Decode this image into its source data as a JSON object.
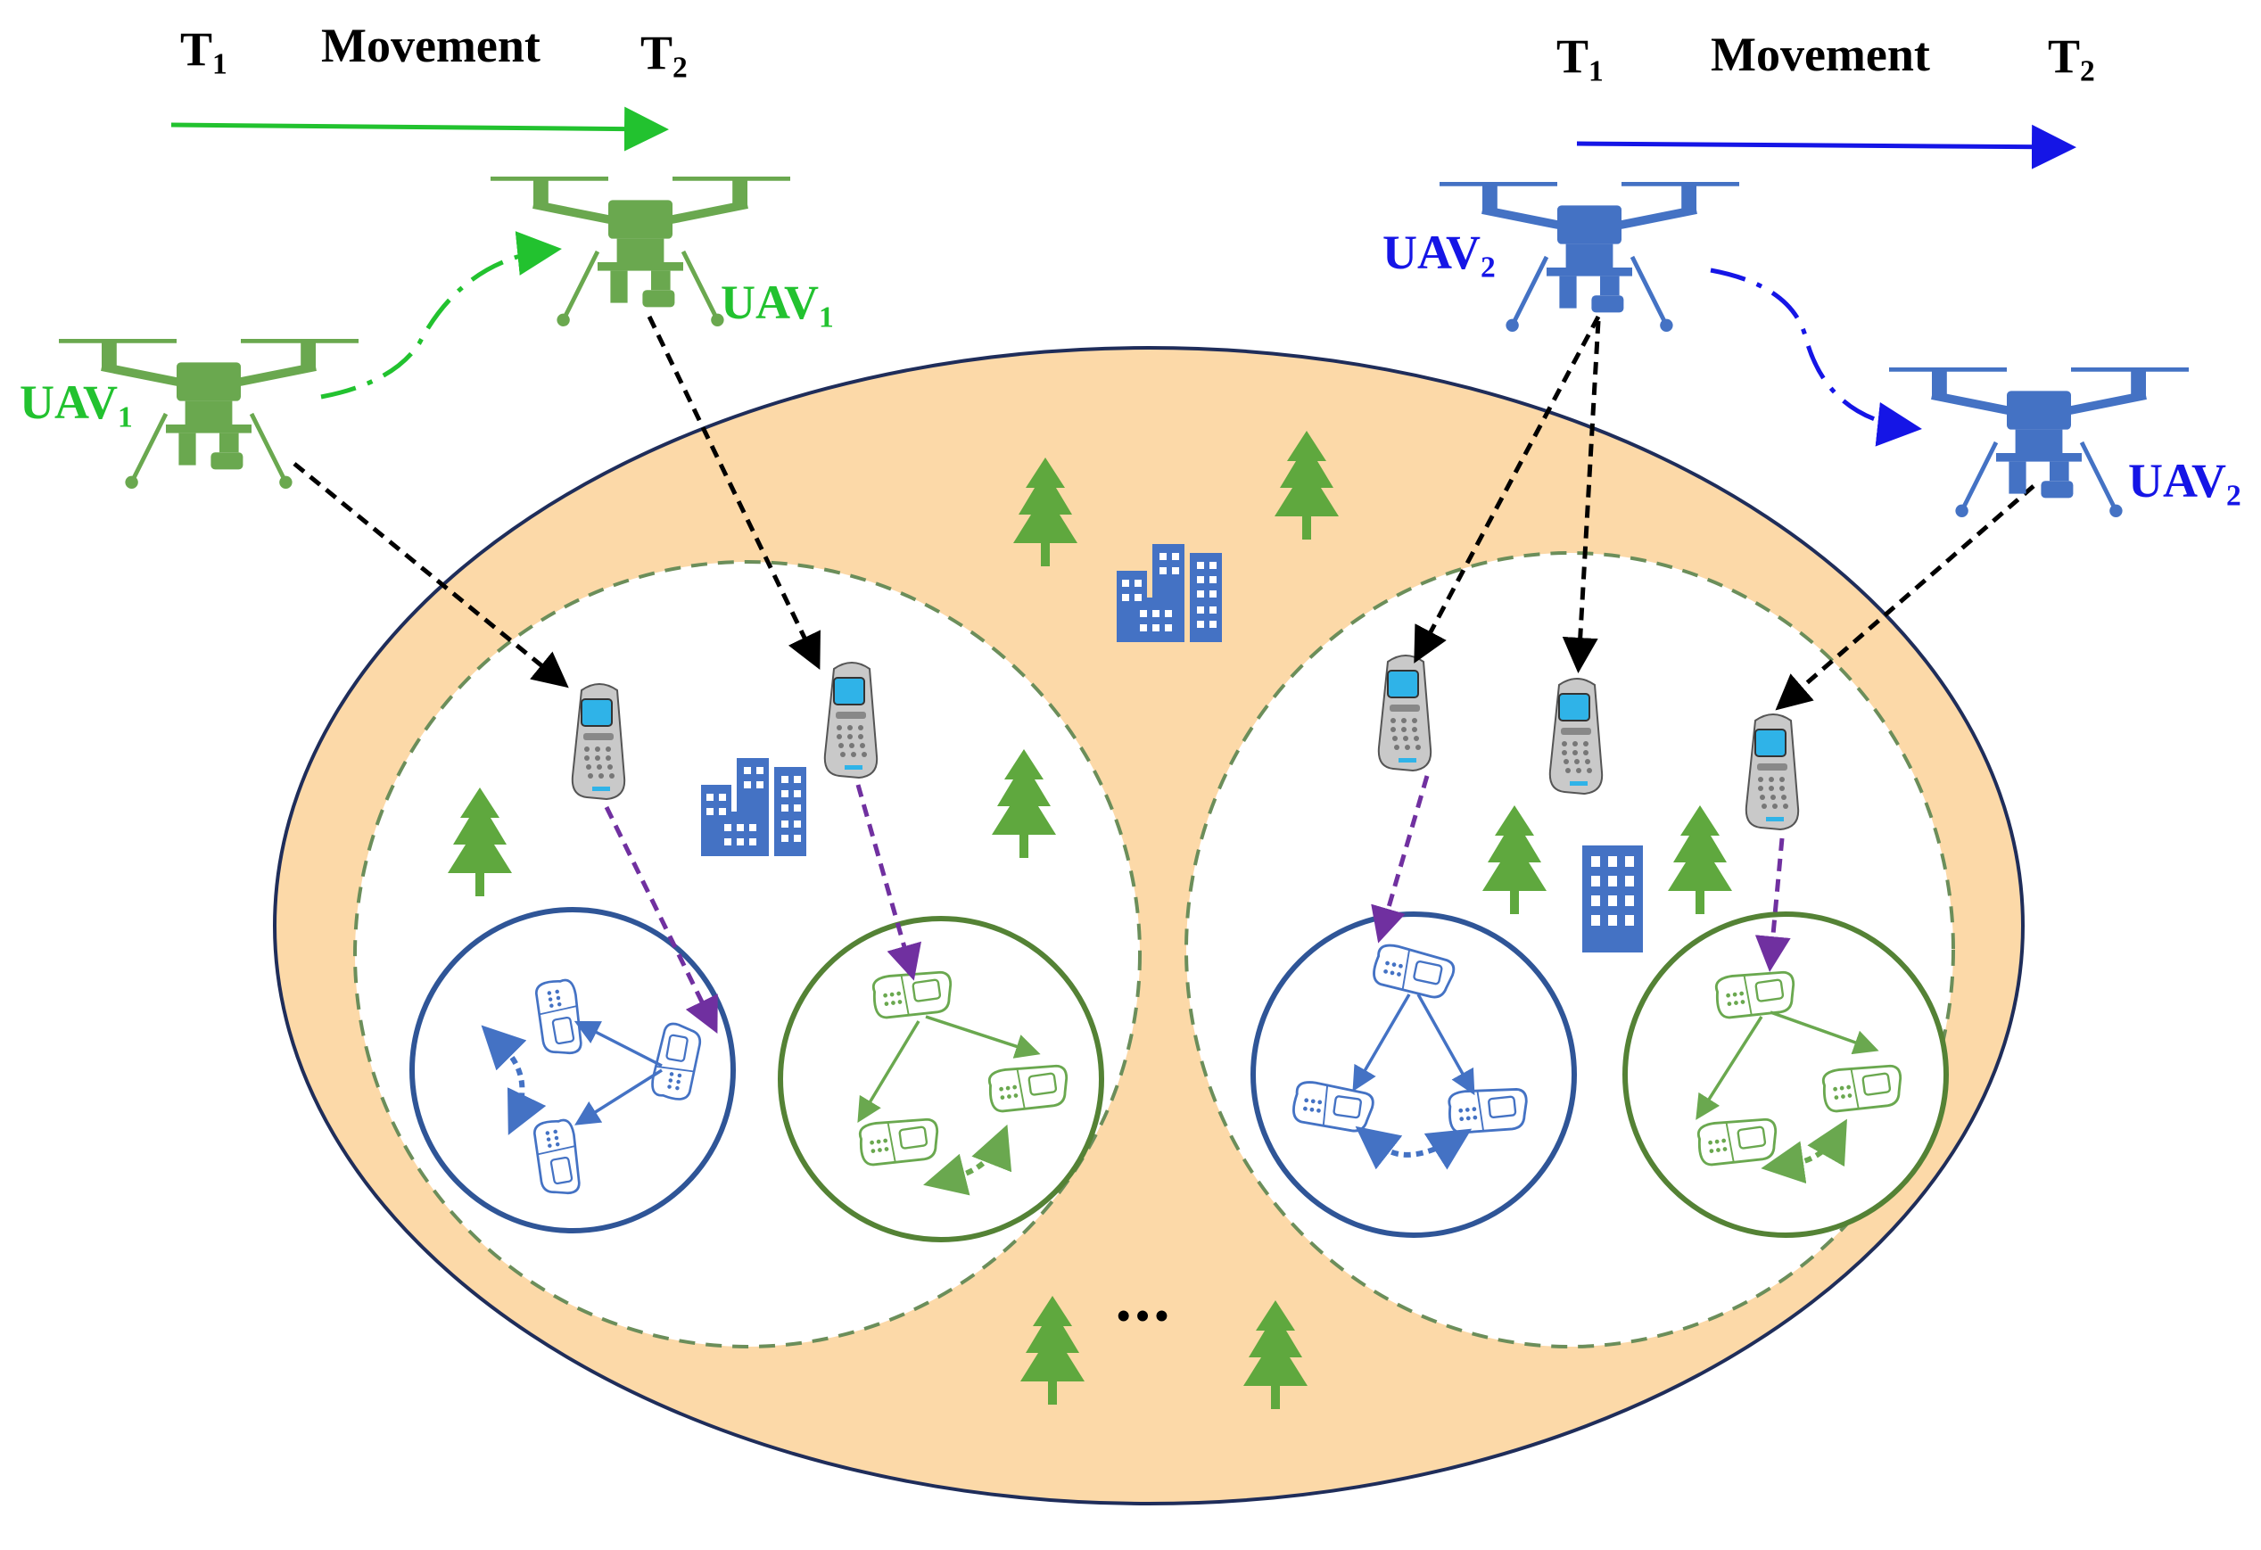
{
  "colors": {
    "green": "#22c22f",
    "blue": "#1515e6",
    "uav_green": "#6aa84f",
    "uav_blue": "#4472c4",
    "region_fill": "#fcd9a8",
    "outer_stroke": "#1f2d5a",
    "dashed_cluster": "#6b8e5a",
    "tree": "#5fa83e",
    "building": "#4472c4",
    "cluster_blue": "#2f5597",
    "cluster_green": "#548235",
    "purple_link": "#7030a0"
  },
  "movement_left": {
    "t1": "T",
    "t1_sub": "1",
    "label": "Movement",
    "t2": "T",
    "t2_sub": "2"
  },
  "movement_right": {
    "t1": "T",
    "t1_sub": "1",
    "label": "Movement",
    "t2": "T",
    "t2_sub": "2"
  },
  "uav_labels": {
    "uav1_a": {
      "text": "UAV",
      "sub": "1"
    },
    "uav1_b": {
      "text": "UAV",
      "sub": "1"
    },
    "uav2_a": {
      "text": "UAV",
      "sub": "2"
    },
    "uav2_b": {
      "text": "UAV",
      "sub": "2"
    }
  },
  "ellipsis": "•••",
  "icons": [
    "drone-icon",
    "mobile-phone-icon",
    "tree-icon",
    "building-icon",
    "flip-phone-icon"
  ]
}
